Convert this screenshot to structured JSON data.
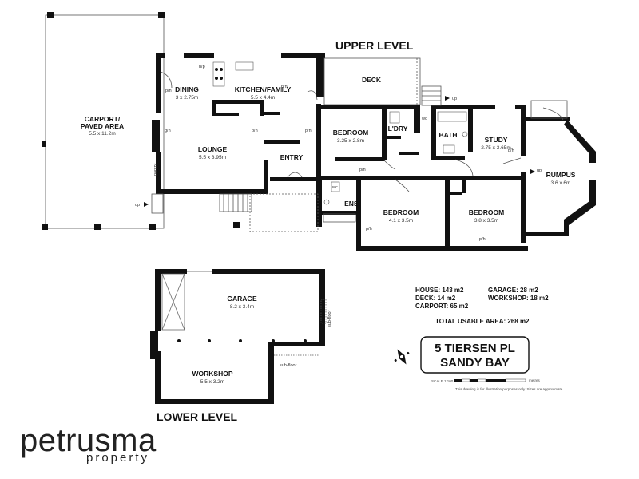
{
  "levels": {
    "upper": "UPPER LEVEL",
    "lower": "LOWER LEVEL"
  },
  "rooms": [
    {
      "key": "carport",
      "name": "CARPORT/",
      "name2": "PAVED AREA",
      "dim": "5.5 x 11.2m"
    },
    {
      "key": "dining",
      "name": "DINING",
      "dim": "3 x 2.75m"
    },
    {
      "key": "kitchen",
      "name": "KITCHEN/FAMILY",
      "dim": "5.5 x 4.4m"
    },
    {
      "key": "deck",
      "name": "DECK",
      "dim": ""
    },
    {
      "key": "lounge",
      "name": "LOUNGE",
      "dim": "5.5 x 3.95m"
    },
    {
      "key": "entry",
      "name": "ENTRY",
      "dim": ""
    },
    {
      "key": "bed1",
      "name": "BEDROOM",
      "dim": "3.25 x 2.8m"
    },
    {
      "key": "ldry",
      "name": "L'DRY",
      "dim": ""
    },
    {
      "key": "bath",
      "name": "BATH",
      "dim": ""
    },
    {
      "key": "study",
      "name": "STUDY",
      "dim": "2.75 x 3.65m"
    },
    {
      "key": "rumpus",
      "name": "RUMPUS",
      "dim": "3.6 x 6m"
    },
    {
      "key": "ens",
      "name": "ENS.",
      "dim": ""
    },
    {
      "key": "bed2",
      "name": "BEDROOM",
      "dim": "4.1 x 3.5m"
    },
    {
      "key": "bed3",
      "name": "BEDROOM",
      "dim": "3.8 x 3.5m"
    },
    {
      "key": "garage",
      "name": "GARAGE",
      "dim": "8.2 x 3.4m"
    },
    {
      "key": "workshop",
      "name": "WORKSHOP",
      "dim": "5.5 x 3.2m"
    }
  ],
  "fixtures": {
    "hp": "h/p",
    "ph": "p/h",
    "gh": "g/h",
    "pantry": "pantry",
    "up": "up",
    "wc": "wc",
    "subfloor": "sub-floor"
  },
  "areas": {
    "house": "HOUSE: 143 m2",
    "deck": "DECK: 14 m2",
    "carport": "CARPORT: 65 m2",
    "garage": "GARAGE: 28 m2",
    "workshop": "WORKSHOP: 18 m2",
    "total": "TOTAL USABLE AREA: 268 m2"
  },
  "address": {
    "line1": "5 TIERSEN PL",
    "line2": "SANDY BAY"
  },
  "scale": {
    "label": "SCALE 1:100",
    "disclaimer": "This drawing is for illustration purposes only. Sizes are approximate.",
    "unit": "metres"
  },
  "brand": {
    "name": "petrusma",
    "sub": "property"
  }
}
